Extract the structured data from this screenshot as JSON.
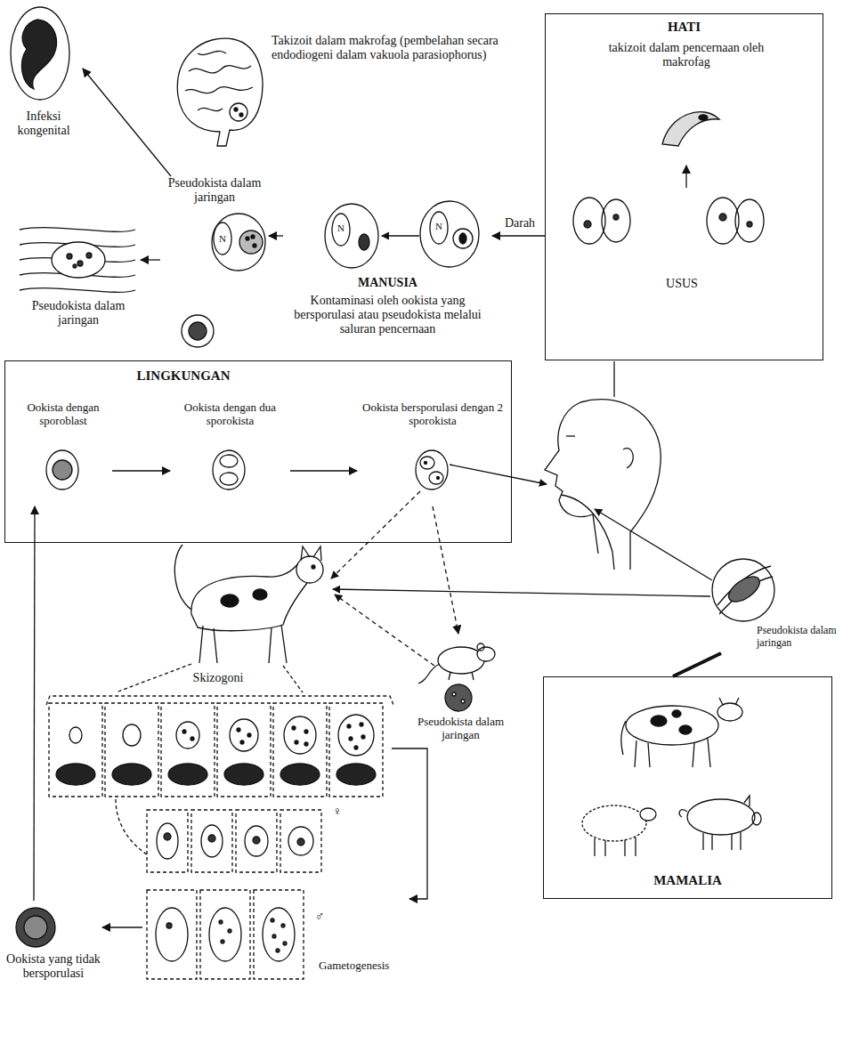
{
  "diagram": {
    "nodes": [
      {
        "text": [
          "HATI"
        ]
      },
      {
        "text": [
          "takizoit dalam pencernaan oleh makrofag"
        ],
        "in": 0
      },
      {
        "text": [
          "USUS"
        ],
        "in": 0
      },
      {
        "text": [
          "MANUSIA",
          "Kontaminasi oleh ookista yang bersporulasi atau pseudokista melalui saluran pencernaan"
        ]
      },
      {
        "text": [
          "Pseudokista dalam jaringan"
        ]
      },
      {
        "text": [
          "Pseudokista dalam jaringan"
        ]
      },
      {
        "text": [
          "Infeksi kongenital"
        ]
      },
      {
        "text": [
          "LINGKUNGAN"
        ]
      },
      {
        "text": [
          "Ookista dengan sporoblast"
        ],
        "in": 7
      },
      {
        "text": [
          "Ookista dengan dua sporokista"
        ],
        "in": 7
      },
      {
        "text": [
          "Ookista bersporulasi dengan 2 sporokista"
        ],
        "in": 7
      },
      {
        "text": [
          "MAMALIA"
        ]
      },
      {
        "text": [
          "Pseudokista dalam jaringan"
        ]
      },
      {
        "text": [
          "Pseudokista dalam jaringan"
        ]
      },
      {
        "text": [
          "Skizogoni"
        ]
      },
      {
        "text": [
          "Gametogenesis"
        ]
      },
      {
        "text": [
          "Ookista yang tidak bersporulasi"
        ]
      }
    ],
    "edges": [
      {
        "from": 2,
        "to": 1,
        "arrow": "to"
      },
      {
        "from": 0,
        "to": 3,
        "label": "Darah",
        "arrow": "to"
      },
      {
        "from": 3,
        "to": 4,
        "arrow": "to"
      },
      {
        "from": 4,
        "to": 5,
        "arrow": "to"
      },
      {
        "from": 4,
        "to": 6,
        "arrow": "to"
      },
      {
        "from": 8,
        "to": 9,
        "arrow": "to"
      },
      {
        "from": 9,
        "to": 10,
        "arrow": "to"
      },
      {
        "from": 10,
        "to": 13,
        "arrow": "to"
      },
      {
        "from": 11,
        "to": 12,
        "arrow": "none"
      },
      {
        "from": 14,
        "to": 15,
        "arrow": "to"
      },
      {
        "from": 15,
        "to": 16,
        "arrow": "to"
      },
      {
        "from": 16,
        "to": 8,
        "arrow": "to"
      }
    ],
    "labels": [
      "Takizoit dalam makrofag (pembelahan secara endodiogeni dalam vakuola parasiophorus)",
      "N",
      "N",
      "N",
      "♀",
      "♂"
    ]
  }
}
